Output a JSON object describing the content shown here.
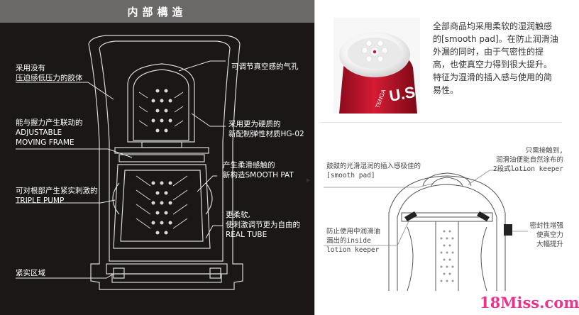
{
  "header": {
    "title": "内部構造"
  },
  "left_labels": {
    "air_hole": "可调节真空感的气孔",
    "gel_l1": "采用没有",
    "gel_l2": "压迫感低压力的胶体",
    "material_l1": "采用更为硬质的",
    "material_l2": "新配制弹性材质HG-02",
    "frame_l1": "能与握力产生联动的",
    "frame_l2": "ADJUSTABLE",
    "frame_l3": "MOVING FRAME",
    "pad_l1": "产生柔滑感触的",
    "pad_l2": "新构造SMOOTH PAT",
    "pump_l1": "可对根部产生紧实刺激的",
    "pump_l2": "TRIPLE PUMP",
    "tube_l1": "更柔软,",
    "tube_l2": "使刺激调节更为自由的",
    "tube_l3": "REAL TUBE",
    "tight_zone": "紧实区域"
  },
  "arrow": "▸",
  "top_text": {
    "line1": "全部商品均采用柔软的湿润触感",
    "line2": "的[smooth pad]。在防止润滑油",
    "line3": "外漏的同时，由于气密性的提",
    "line4": "高，也使真空力得到很大提升。",
    "line5": "特征为湿滑的插入感与使用的简",
    "line6": "易性。"
  },
  "product": {
    "label": "U.S.",
    "side_text": "TENGA"
  },
  "right_labels": {
    "pad_desc_l1": "鼓鼓的光滑湿润的插入感极佳的",
    "pad_desc_l2": "[smooth pad]",
    "keeper_l1": "只需接触到,",
    "keeper_l2": "润滑油便能自然涂布的",
    "keeper_l3": "2段式lotion keeper",
    "inside_l1": "防止使用中润滑油",
    "inside_l2": "漏出的inside",
    "inside_l3": "lotion keeper",
    "seal_l1": "密封性增强",
    "seal_l2": "使真空力",
    "seal_l3": "大幅提升"
  },
  "watermark": "18Miss.com",
  "colors": {
    "dark_bg": "#1a1716",
    "header_bg": "#6b6868",
    "brand_red": "#c8102e",
    "watermark": "#e8368f"
  }
}
